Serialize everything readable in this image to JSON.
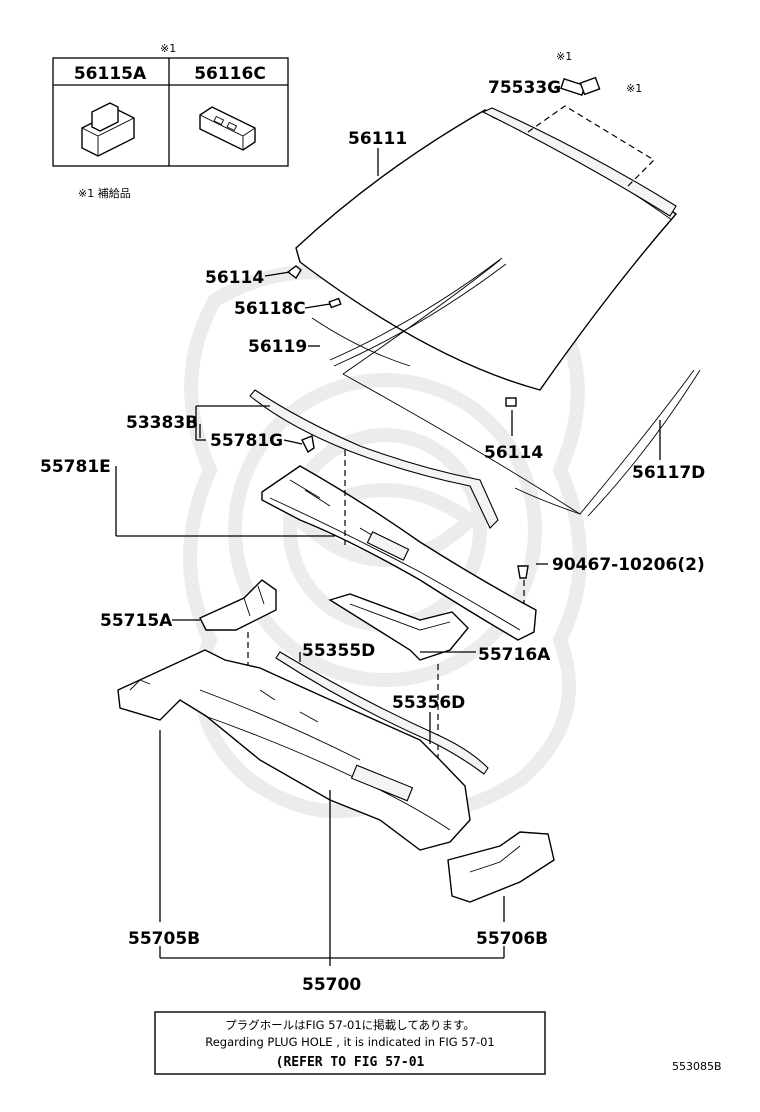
{
  "table": {
    "mark": "※1",
    "headers": [
      "56115A",
      "56116C"
    ],
    "footnote": "※1 補給品"
  },
  "labels": {
    "p75533G": "75533G",
    "mark_a": "※1",
    "mark_b": "※1",
    "p56111": "56111",
    "p56114a": "56114",
    "p56118C": "56118C",
    "p56119": "56119",
    "p56114b": "56114",
    "p56117D": "56117D",
    "p53383B": "53383B",
    "p55781G": "55781G",
    "p55781E": "55781E",
    "p90467": "90467-10206(2)",
    "p55715A": "55715A",
    "p55355D": "55355D",
    "p55716A": "55716A",
    "p55356D": "55356D",
    "p55705B": "55705B",
    "p55706B": "55706B",
    "p55700": "55700"
  },
  "note": {
    "line1": "プラグホールはFIG 57-01に掲載してあります。",
    "line2": "Regarding PLUG HOLE , it is indicated in FIG 57-01",
    "line3": "(REFER TO FIG 57-01"
  },
  "code": "553085B"
}
